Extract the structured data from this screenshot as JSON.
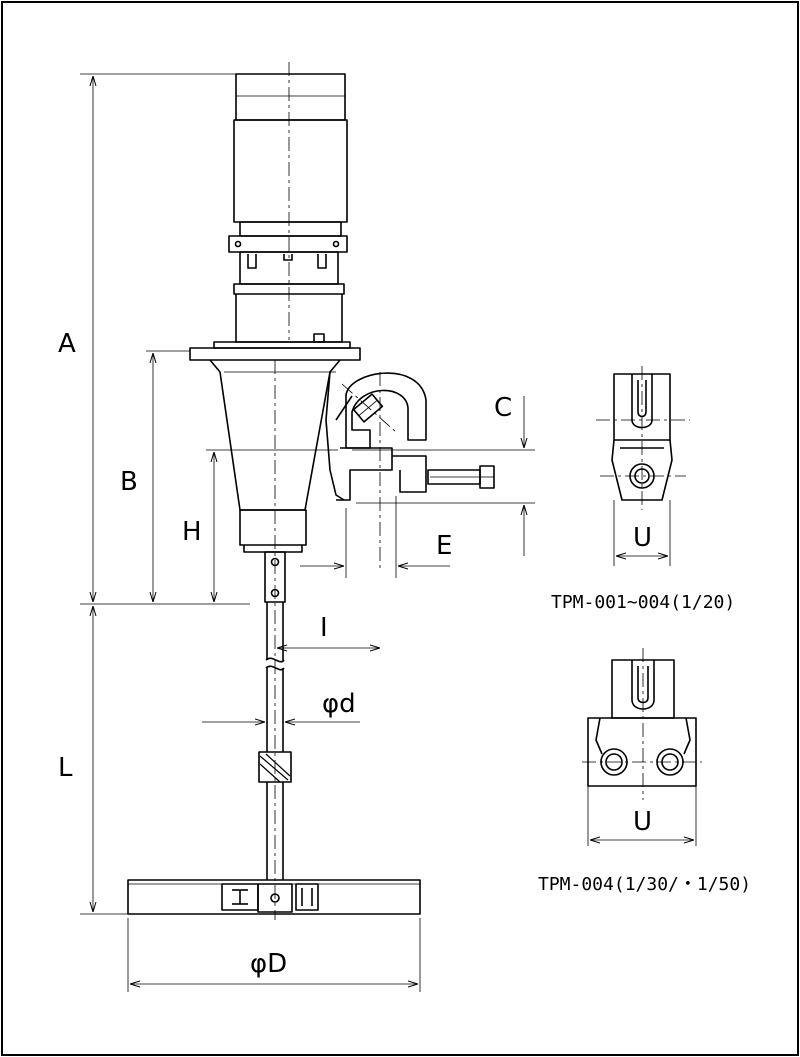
{
  "dimensions": {
    "A": "A",
    "B": "B",
    "C": "C",
    "E": "E",
    "H": "H",
    "I": "I",
    "L": "L",
    "phi_d": "φd",
    "phi_D": "φD",
    "U_top": "U",
    "U_bottom": "U"
  },
  "captions": {
    "top_clamp": "TPM-001~004(1/20)",
    "bottom_clamp": "TPM-004(1/30/・1/50)"
  }
}
